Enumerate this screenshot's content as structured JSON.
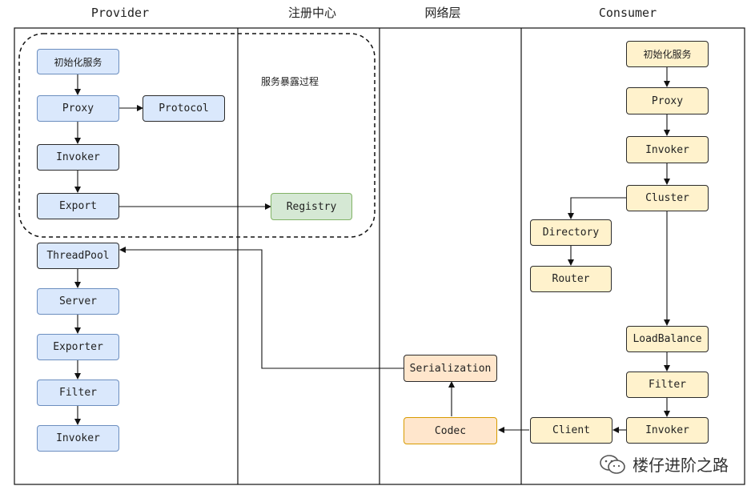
{
  "columns": {
    "provider": "Provider",
    "registry": "注册中心",
    "network": "网络层",
    "consumer": "Consumer"
  },
  "annotations": {
    "exposure_process": "服务暴露过程"
  },
  "provider": {
    "init": "初始化服务",
    "proxy": "Proxy",
    "protocol": "Protocol",
    "invoker": "Invoker",
    "export": "Export",
    "threadpool": "ThreadPool",
    "server": "Server",
    "exporter": "Exporter",
    "filter": "Filter",
    "invoker2": "Invoker"
  },
  "registry": {
    "registry": "Registry"
  },
  "network": {
    "serialization": "Serialization",
    "codec": "Codec"
  },
  "consumer": {
    "init": "初始化服务",
    "proxy": "Proxy",
    "invoker": "Invoker",
    "cluster": "Cluster",
    "directory": "Directory",
    "router": "Router",
    "loadbalance": "LoadBalance",
    "filter": "Filter",
    "invoker2": "Invoker",
    "client": "Client"
  },
  "watermark": {
    "text": "楼仔进阶之路",
    "icon": "wechat-icon"
  },
  "colors": {
    "provider_fill": "#dae8fc",
    "consumer_fill": "#fff2cc",
    "registry_fill": "#d5e8d4",
    "network_fill": "#ffe6cc"
  }
}
